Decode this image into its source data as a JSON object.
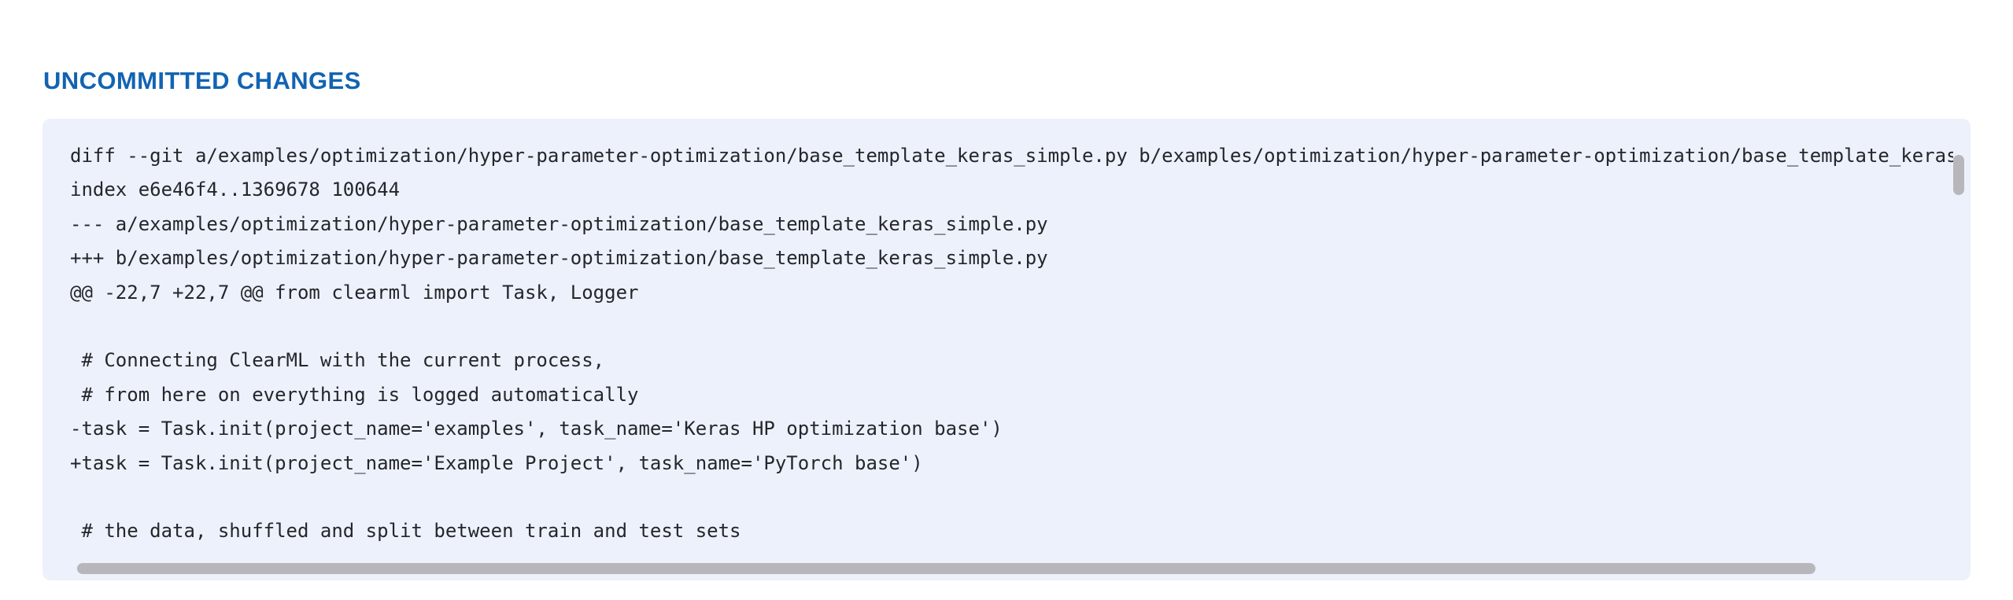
{
  "section": {
    "title": "UNCOMMITTED CHANGES"
  },
  "diff": {
    "lines": [
      "diff --git a/examples/optimization/hyper-parameter-optimization/base_template_keras_simple.py b/examples/optimization/hyper-parameter-optimization/base_template_keras_simple.py",
      "index e6e46f4..1369678 100644",
      "--- a/examples/optimization/hyper-parameter-optimization/base_template_keras_simple.py",
      "+++ b/examples/optimization/hyper-parameter-optimization/base_template_keras_simple.py",
      "@@ -22,7 +22,7 @@ from clearml import Task, Logger",
      "",
      " # Connecting ClearML with the current process,",
      " # from here on everything is logged automatically",
      "-task = Task.init(project_name='examples', task_name='Keras HP optimization base')",
      "+task = Task.init(project_name='Example Project', task_name='PyTorch base')",
      "",
      " # the data, shuffled and split between train and test sets"
    ]
  },
  "colors": {
    "section_title": "#1264b2",
    "panel_background": "#edf1fb",
    "code_text": "#24262b",
    "scrollbar_thumb": "#b7b7bb",
    "page_background": "#ffffff"
  }
}
